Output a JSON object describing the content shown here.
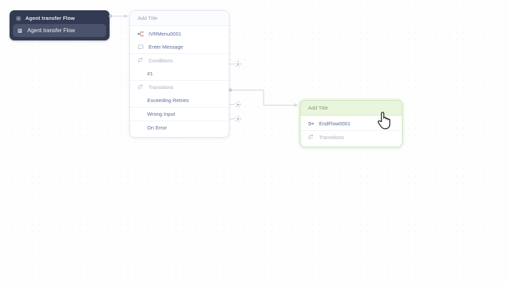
{
  "canvas": {
    "background_color": "#fefeff",
    "grid_dot_color": "#e9ebf2",
    "cursor_icon": "pointing-hand-cursor"
  },
  "agent_node": {
    "header": {
      "icon": "gear-icon",
      "label": "Agent transfer Flow"
    },
    "row": {
      "icon": "document-icon",
      "label": "Agent transfer Flow"
    },
    "background_color": "#323b52",
    "row_background_color": "#4a536b"
  },
  "ivr_card": {
    "title": "Add Title",
    "rows": [
      {
        "icon": "ivr-menu-icon",
        "label": "IVRMenu0001",
        "style": "link"
      },
      {
        "icon": "message-bubble-icon",
        "label": "Enter Message",
        "style": "link"
      },
      {
        "icon": "branch-icon",
        "label": "Conditions",
        "style": "muted"
      },
      {
        "icon": "",
        "label": "#1",
        "style": "plain"
      },
      {
        "icon": "branch-icon",
        "label": "Transitions",
        "style": "muted"
      },
      {
        "icon": "",
        "label": "Exceeding Retries",
        "style": "link"
      },
      {
        "icon": "",
        "label": "Wrong Input",
        "style": "link"
      },
      {
        "icon": "",
        "label": "On Error",
        "style": "link"
      }
    ]
  },
  "end_card": {
    "title": "Add Title",
    "rows": [
      {
        "icon": "end-flow-icon",
        "label": "EndFlow0001",
        "style": "link"
      },
      {
        "icon": "branch-icon",
        "label": "Transitions",
        "style": "muted"
      }
    ],
    "header_color": "#e9f6db",
    "border_color": "#cfe3bf"
  },
  "handles": {
    "plus_label": "add-connection",
    "count": 3
  },
  "edges": {
    "color": "#ccd3e2",
    "connections": [
      {
        "from": "agent-node",
        "to": "ivr-card"
      },
      {
        "from": "ivr-card",
        "to": "end-card"
      }
    ]
  }
}
